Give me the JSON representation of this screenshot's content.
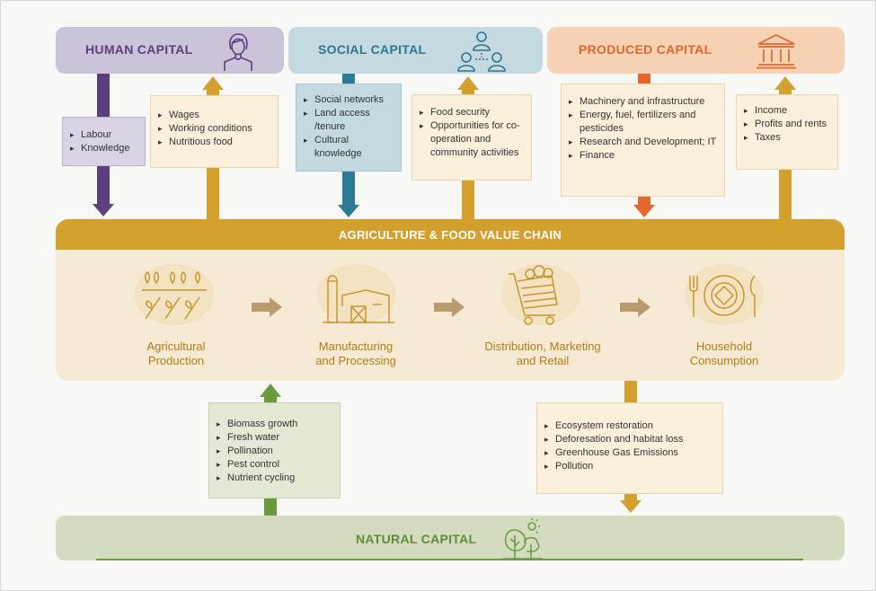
{
  "banners": {
    "human": {
      "title": "HUMAN CAPITAL",
      "icon": "person-icon",
      "color": "#6b4a8c",
      "bg": "#cbc3d9"
    },
    "social": {
      "title": "SOCIAL CAPITAL",
      "icon": "people-network-icon",
      "color": "#2e7592",
      "bg": "#c5d9e1"
    },
    "produced": {
      "title": "PRODUCED CAPITAL",
      "icon": "bank-building-icon",
      "color": "#e0662a",
      "bg": "#f8d2b5"
    },
    "natural": {
      "title": "NATURAL CAPITAL",
      "icon": "tree-sun-icon",
      "color": "#5e8c3a",
      "bg": "#d4dcc0"
    }
  },
  "boxes": {
    "human_in": [
      "Labour",
      "Knowledge"
    ],
    "human_out": [
      "Wages",
      "Working conditions",
      "Nutritious food"
    ],
    "social_in": [
      "Social networks",
      "Land access /tenure",
      "Cultural knowledge"
    ],
    "social_out": [
      "Food security",
      "Opportunities for co-operation and community activities"
    ],
    "produced_in": [
      "Machinery and infrastructure",
      "Energy, fuel, fertilizers and pesticides",
      "Research and Development; IT",
      "Finance"
    ],
    "produced_out": [
      "Income",
      "Profits and rents",
      "Taxes"
    ],
    "natural_out": [
      "Biomass growth",
      "Fresh water",
      "Pollination",
      "Pest control",
      "Nutrient cycling"
    ],
    "natural_in": [
      "Ecosystem restoration",
      "Deforesation and habitat loss",
      "Greenhouse Gas Emissions",
      "Pollution"
    ]
  },
  "value_chain": {
    "title": "AGRICULTURE & FOOD VALUE CHAIN",
    "stages": [
      {
        "label_1": "Agricultural",
        "label_2": "Production",
        "icon": "crops-icon"
      },
      {
        "label_1": "Manufacturing",
        "label_2": "and Processing",
        "icon": "factory-icon"
      },
      {
        "label_1": "Distribution, Marketing",
        "label_2": "and Retail",
        "icon": "shopping-cart-icon"
      },
      {
        "label_1": "Household",
        "label_2": "Consumption",
        "icon": "plate-cutlery-icon"
      }
    ]
  },
  "colors": {
    "gold": "#d4a02e",
    "purple": "#5b3f7e",
    "teal": "#2d7a94",
    "orange": "#e2692b",
    "green": "#6c9a3e",
    "panel": "#f6ead4"
  }
}
